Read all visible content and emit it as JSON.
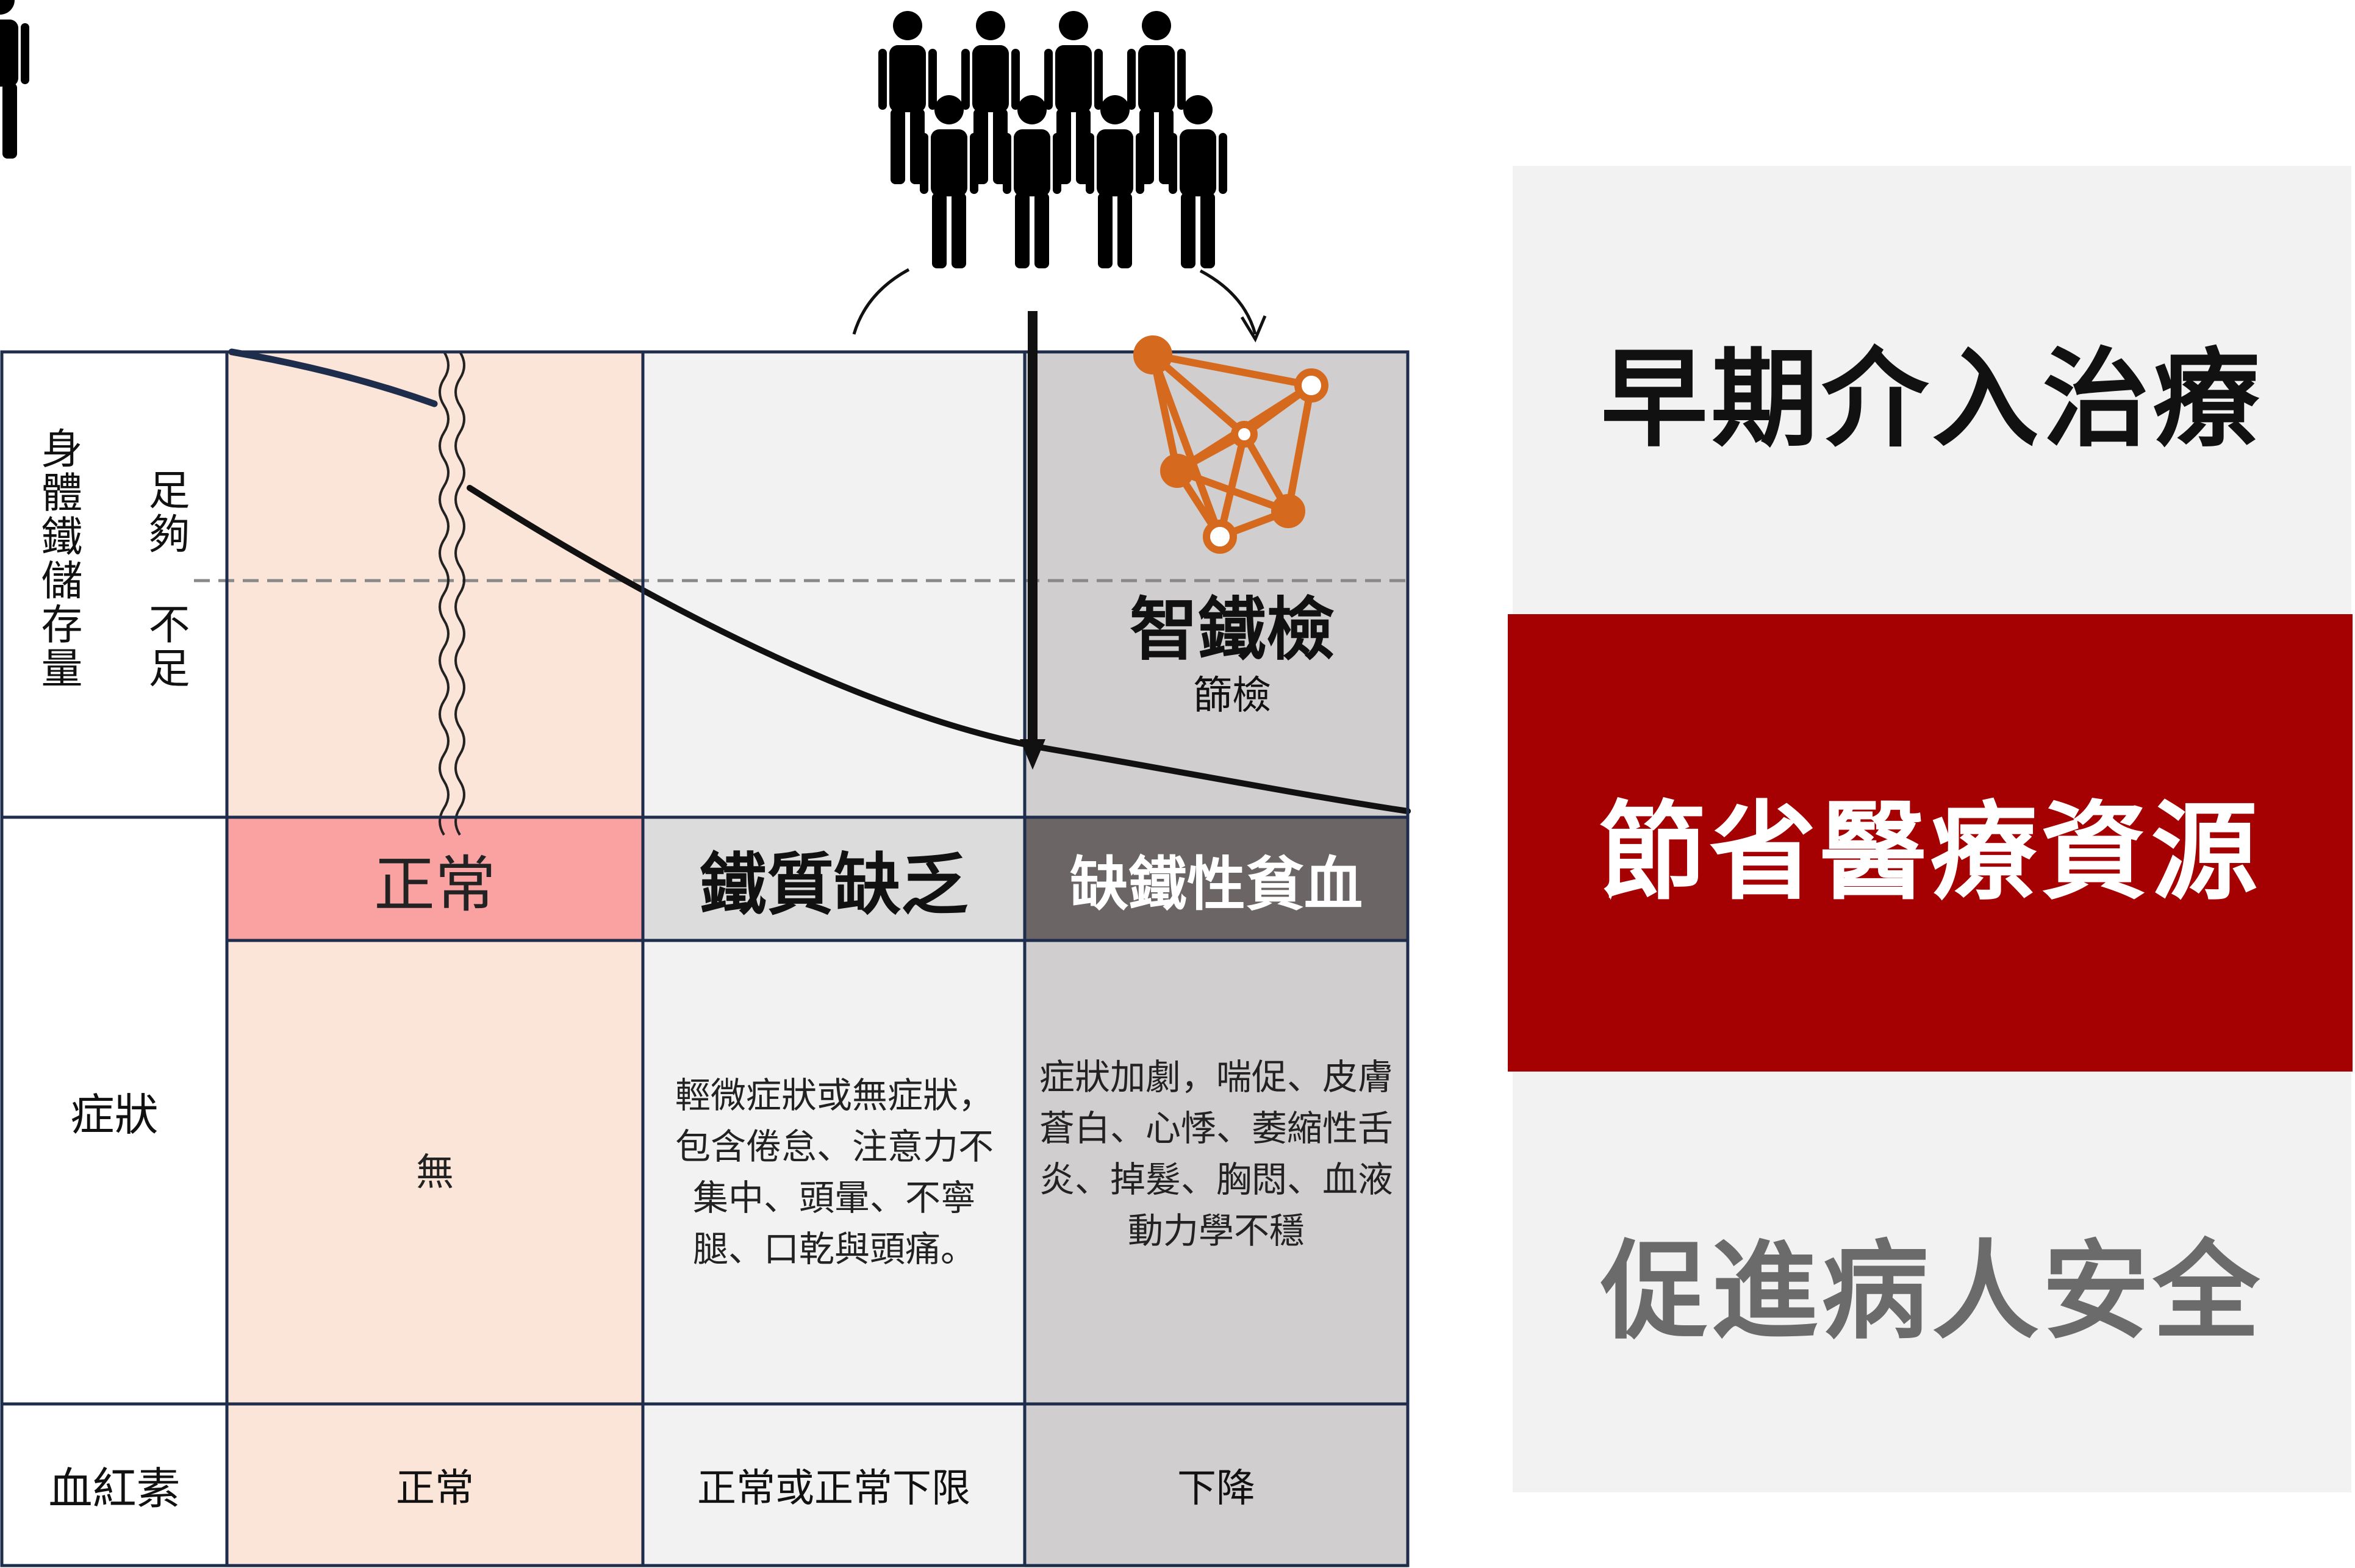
{
  "storage": {
    "axis_label": "身體鐵儲存量",
    "sufficient_label": "足夠",
    "insufficient_label": "不足"
  },
  "screening": {
    "title": "智鐵檢",
    "subtitle": "篩檢"
  },
  "stages": [
    {
      "label": "正常",
      "color": "#FAA2A2"
    },
    {
      "label": "鐵質缺乏",
      "color": "#DCDCDC"
    },
    {
      "label": "缺鐵性貧血",
      "color": "#6B6566"
    }
  ],
  "rows": {
    "symptoms_label": "症狀",
    "hemoglobin_label": "血紅素"
  },
  "symptoms": [
    "無",
    "輕微症狀或無症狀，包含倦怠、注意力不集中、頭暈、不寧腿、口乾與頭痛。",
    "症狀加劇，喘促、皮膚蒼白、心悸、萎縮性舌炎、掉髮、胸悶、血液動力學不穩"
  ],
  "hemoglobin": [
    "正常",
    "正常或正常下限",
    "下降"
  ],
  "benefits": [
    {
      "text": "早期介入治療"
    },
    {
      "text": "節省醫療資源"
    },
    {
      "text": "促進病人安全"
    }
  ],
  "colors": {
    "normal_bg": "#FBE4D8",
    "deficiency_bg": "#F2F2F2",
    "anemia_bg": "#D0CECF",
    "network_orange": "#D5691E",
    "highlight_red": "#A50002",
    "panel_gray": "#F2F2F2",
    "border_navy": "#1F2D4D"
  },
  "icons": [
    "people-crowd-icon",
    "network-icon",
    "down-arrow-icon"
  ]
}
